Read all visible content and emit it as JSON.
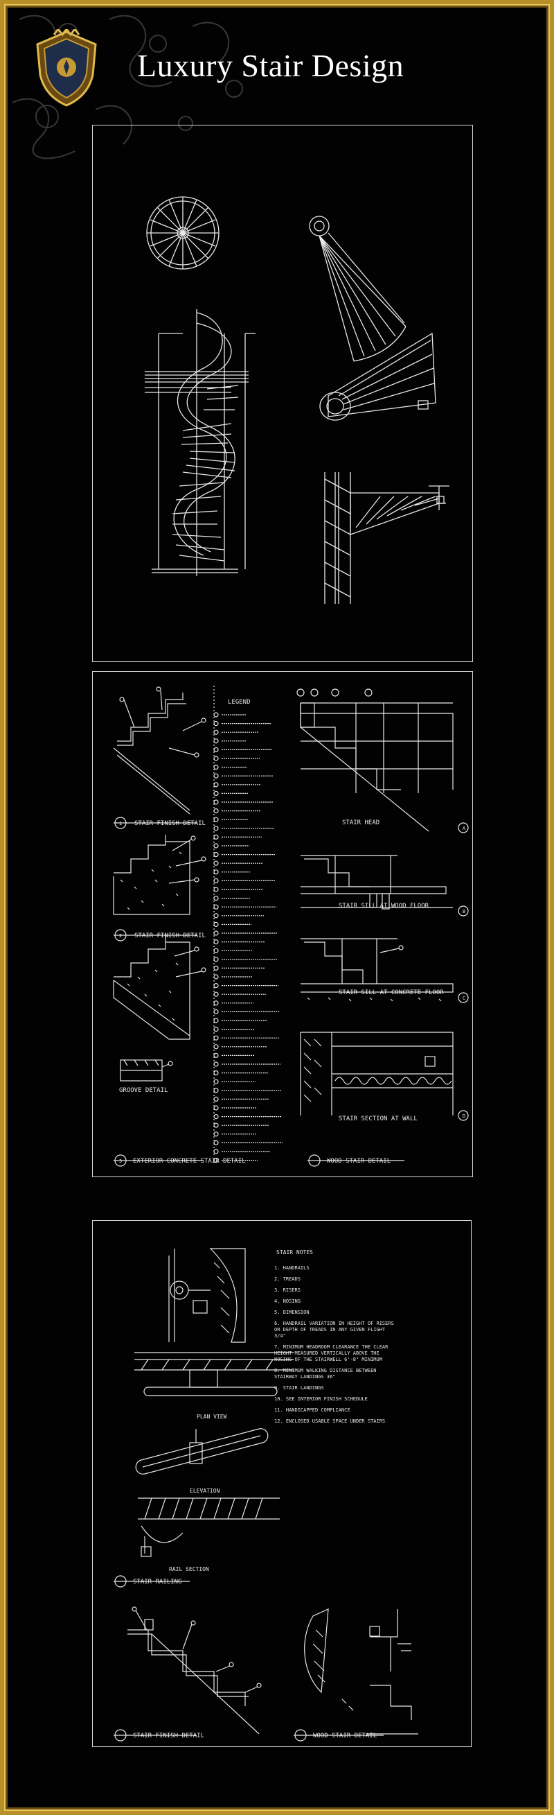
{
  "header": {
    "title": "Luxury Stair Design",
    "title_color": "#ffffff",
    "frame_color": "#b8902a"
  },
  "sheet2": {
    "legend_title": "LEGEND",
    "labels": {
      "stair_finish_1": "STAIR FINISH DETAIL",
      "stair_finish_2": "STAIR FINISH DETAIL",
      "groove": "GROOVE DETAIL",
      "exterior": "EXTERIOR CONCRETE STAIR DETAIL",
      "stair_head": "STAIR HEAD",
      "sill_wood": "STAIR SILL AT WOOD FLOOR",
      "sill_concrete": "STAIR SILL AT CONCRETE FLOOR",
      "section_wall": "STAIR SECTION AT WALL",
      "wood_stair": "WOOD STAIR DETAIL"
    },
    "callouts": [
      "1",
      "2",
      "3",
      "A",
      "B",
      "C",
      "D"
    ]
  },
  "sheet3": {
    "notes_title": "STAIR NOTES",
    "notes": [
      "1. HANDRAILS",
      "2. TREADS",
      "3. RISERS",
      "4. NOSING",
      "5. DIMENSION",
      "6. HANDRAIL VARIATION IN HEIGHT OF RISERS OR DEPTH OF TREADS IN ANY GIVEN FLIGHT 3/4\"",
      "7. MINIMUM HEADROOM CLEARANCE THE CLEAR HEIGHT MEASURED VERTICALLY ABOVE THE NOSING OF THE STAIRWELL 6'-8\" MINIMUM",
      "8. MINIMUM WALKING DISTANCE BETWEEN STAIRWAY LANDINGS 36\"",
      "9. STAIR LANDINGS",
      "10. SEE INTERIOR FINISH SCHEDULE",
      "11. HANDICAPPED COMPLIANCE",
      "12. ENCLOSED USABLE SPACE UNDER STAIRS"
    ],
    "labels": {
      "plan_view": "PLAN VIEW",
      "elevation": "ELEVATION",
      "rail_section": "RAIL SECTION",
      "stair_railing": "STAIR RAILING",
      "stair_finish": "STAIR FINISH DETAIL",
      "wood_stair": "WOOD STAIR DETAIL"
    }
  }
}
